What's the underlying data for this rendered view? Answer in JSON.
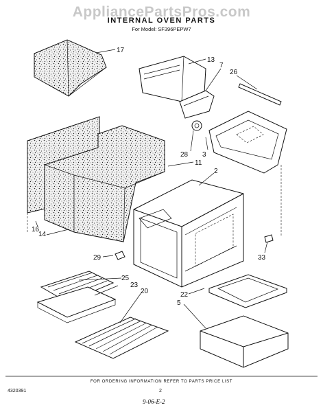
{
  "watermark": "AppliancePartsPros.com",
  "title": "INTERNAL OVEN PARTS",
  "subtitle": "For Model: SF396PEPW7",
  "callouts": {
    "c17": "17",
    "c13": "13",
    "c7": "7",
    "c26": "26",
    "c28": "28",
    "c3": "3",
    "c11": "11",
    "c2": "2",
    "c16": "16",
    "c14": "14",
    "c29": "29",
    "c33": "33",
    "c25": "25",
    "c23": "23",
    "c20": "20",
    "c22": "22",
    "c5": "5"
  },
  "footer": {
    "order_note": "FOR ORDERING INFORMATION REFER TO PARTS PRICE LIST",
    "doc_number": "4320391",
    "page_number": "2",
    "date_code": "9-06-E-2"
  }
}
